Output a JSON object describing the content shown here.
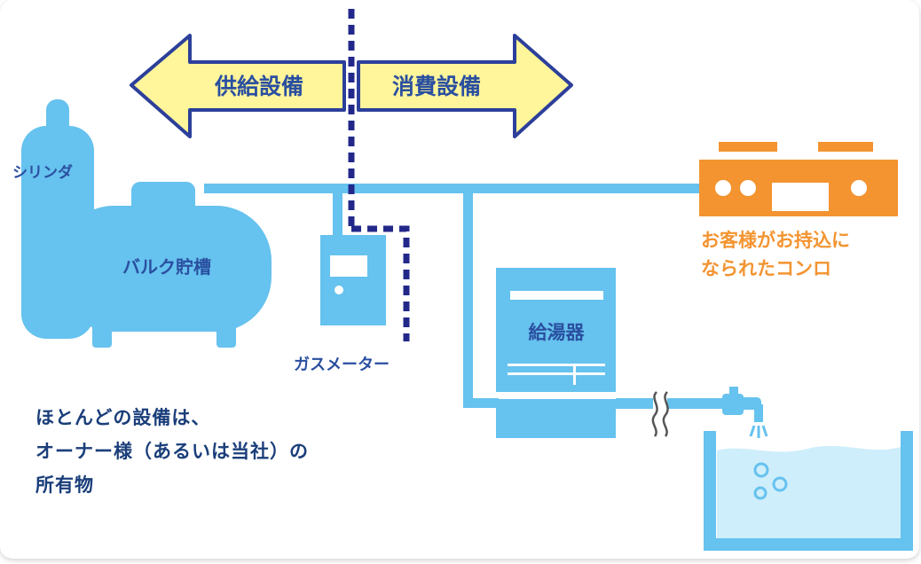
{
  "arrows": {
    "supply": "供給設備",
    "consume": "消費設備"
  },
  "labels": {
    "cylinder": "シリンダ",
    "bulk_tank": "バルク貯槽",
    "gas_meter": "ガスメーター",
    "water_heater": "給湯器",
    "stove_line1": "お客様がお持込に",
    "stove_line2": "なられたコンロ"
  },
  "note": {
    "line1": "ほとんどの設備は、",
    "line2": "オーナー様（あるいは当社）の",
    "line3": "所有物"
  },
  "colors": {
    "blue": "#66c2ee",
    "navy": "#22288a",
    "arrow_fill": "#fff59a",
    "orange": "#f39431",
    "text_blue": "#1a3e7a",
    "equipment_text": "#2a4fa0"
  }
}
